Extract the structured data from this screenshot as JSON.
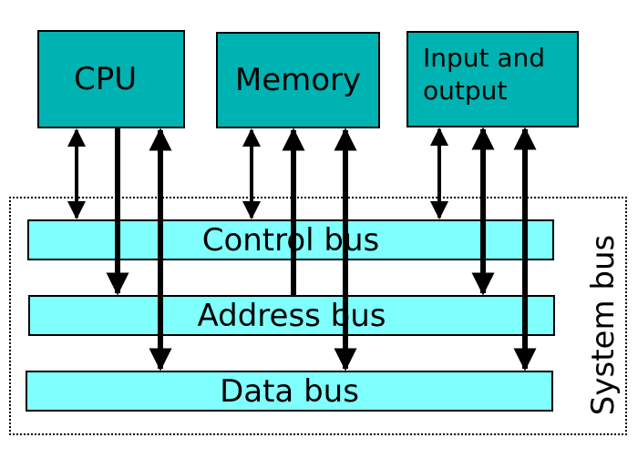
{
  "components": {
    "cpu": "CPU",
    "memory": "Memory",
    "io": "Input and output"
  },
  "buses": {
    "control": "Control bus",
    "address": "Address bus",
    "data": "Data bus"
  },
  "system_bus": "System bus",
  "colors": {
    "component_fill": "#00b3b3",
    "bus_fill": "#80ffff",
    "stroke": "#000000"
  },
  "connections": [
    {
      "from": "cpu",
      "to": "control",
      "direction": "both"
    },
    {
      "from": "cpu",
      "to": "address",
      "direction": "to-bus"
    },
    {
      "from": "cpu",
      "to": "data",
      "direction": "both"
    },
    {
      "from": "memory",
      "to": "control",
      "direction": "both"
    },
    {
      "from": "memory",
      "to": "address",
      "direction": "to-component"
    },
    {
      "from": "memory",
      "to": "data",
      "direction": "both"
    },
    {
      "from": "io",
      "to": "control",
      "direction": "both"
    },
    {
      "from": "io",
      "to": "address",
      "direction": "both"
    },
    {
      "from": "io",
      "to": "data",
      "direction": "both"
    }
  ]
}
